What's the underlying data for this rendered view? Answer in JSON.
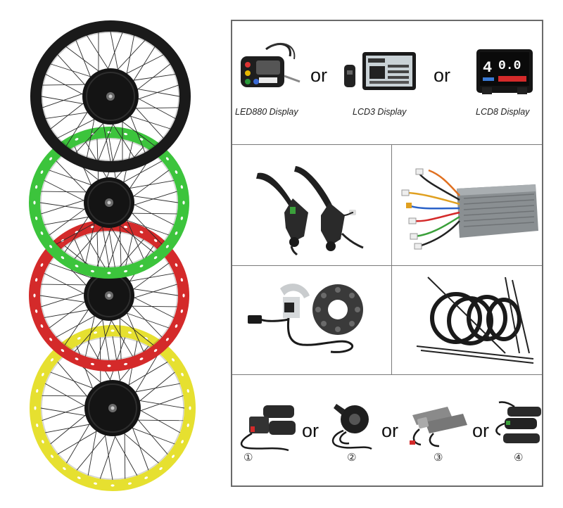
{
  "wheels": {
    "colors": [
      "#1a1a1a",
      "#3cc43c",
      "#d42a2a",
      "#e6e030"
    ],
    "hub_color": "#141414"
  },
  "displays": {
    "or_label": "or",
    "items": [
      {
        "caption": "LED880 Display",
        "icon": "led-display-icon"
      },
      {
        "caption": "LCD3 Display",
        "icon": "lcd-display-icon"
      },
      {
        "caption": "LCD8 Display",
        "icon": "color-display-icon",
        "screen_value": "0.0",
        "level": "4"
      }
    ]
  },
  "components": [
    {
      "icon": "brake-levers-icon"
    },
    {
      "icon": "controller-icon"
    },
    {
      "icon": "pas-sensor-icon"
    },
    {
      "icon": "cables-icon"
    }
  ],
  "throttles": {
    "or_label": "or",
    "items": [
      {
        "number": "①",
        "icon": "half-twist-throttle-icon"
      },
      {
        "number": "②",
        "icon": "thumb-throttle-icon"
      },
      {
        "number": "③",
        "icon": "full-twist-throttle-icon"
      },
      {
        "number": "④",
        "icon": "grip-throttle-icon"
      }
    ]
  }
}
